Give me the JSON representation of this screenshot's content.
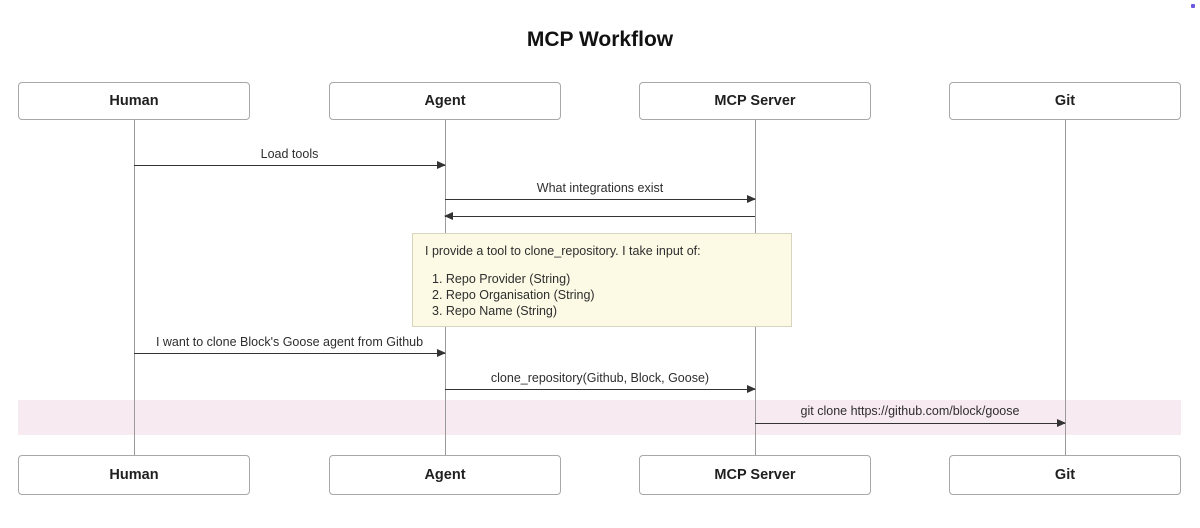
{
  "title": "MCP Workflow",
  "actors": [
    {
      "id": "human",
      "label": "Human"
    },
    {
      "id": "agent",
      "label": "Agent"
    },
    {
      "id": "mcp-server",
      "label": "MCP Server"
    },
    {
      "id": "git",
      "label": "Git"
    }
  ],
  "messages": [
    {
      "label": "Load tools",
      "from": "Human",
      "to": "Agent"
    },
    {
      "label": "What integrations exist",
      "from": "Agent",
      "to": "MCP Server"
    },
    {
      "label": "",
      "from": "MCP Server",
      "to": "Agent"
    },
    {
      "label": "I want to clone Block's Goose agent from Github",
      "from": "Human",
      "to": "Agent"
    },
    {
      "label": "clone_repository(Github, Block, Goose)",
      "from": "Agent",
      "to": "MCP Server"
    },
    {
      "label": "git clone https://github.com/block/goose",
      "from": "MCP Server",
      "to": "Git",
      "highlighted": true
    }
  ],
  "note": {
    "intro": "I provide a tool to clone_repository. I take input of:",
    "items": [
      "1. Repo Provider (String)",
      "2. Repo Organisation (String)",
      "3. Repo Name (String)"
    ]
  },
  "colors": {
    "note_background": "#fcf9e5",
    "note_border": "#d9d5bd",
    "highlight_band": "#f7eaf1",
    "lifeline": "#9a9a9a",
    "arrow": "#333333",
    "actor_border": "#a8a8a8",
    "text": "#2e2e2e",
    "corner_dot": "#6b5ae0"
  }
}
